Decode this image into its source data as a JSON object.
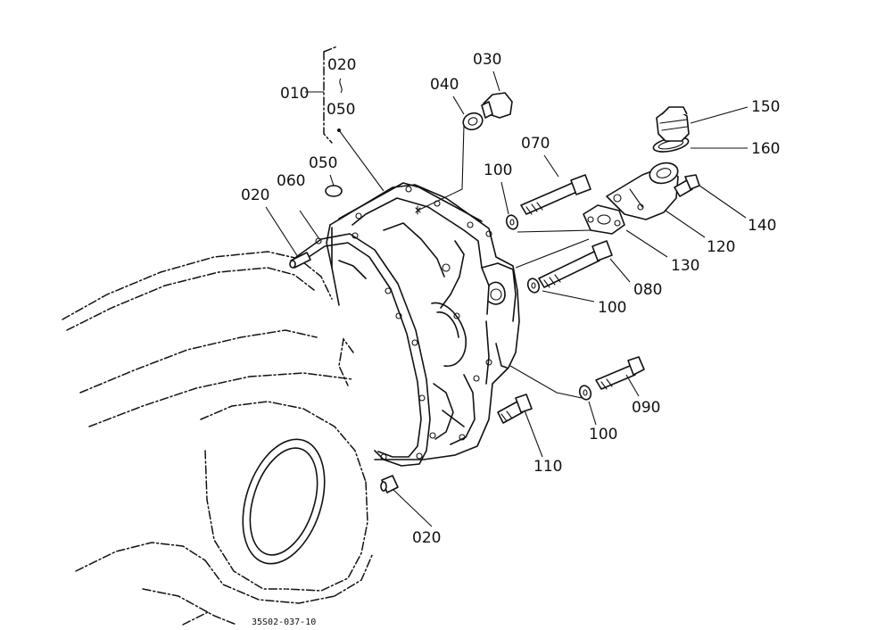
{
  "callouts": {
    "c010": "010",
    "c020_top": "020",
    "c050_top": "050",
    "c050": "050",
    "c020_left": "020",
    "c060": "060",
    "c040": "040",
    "c030": "030",
    "c070": "070",
    "c100_a": "100",
    "c150": "150",
    "c160": "160",
    "c140": "140",
    "c120": "120",
    "c130": "130",
    "c080": "080",
    "c100_b": "100",
    "c090": "090",
    "c100_c": "100",
    "c110": "110",
    "c020_bottom": "020"
  },
  "drawing_number": "35S02-037-10",
  "colors": {
    "ink": "#111111",
    "paper": "#ffffff"
  }
}
